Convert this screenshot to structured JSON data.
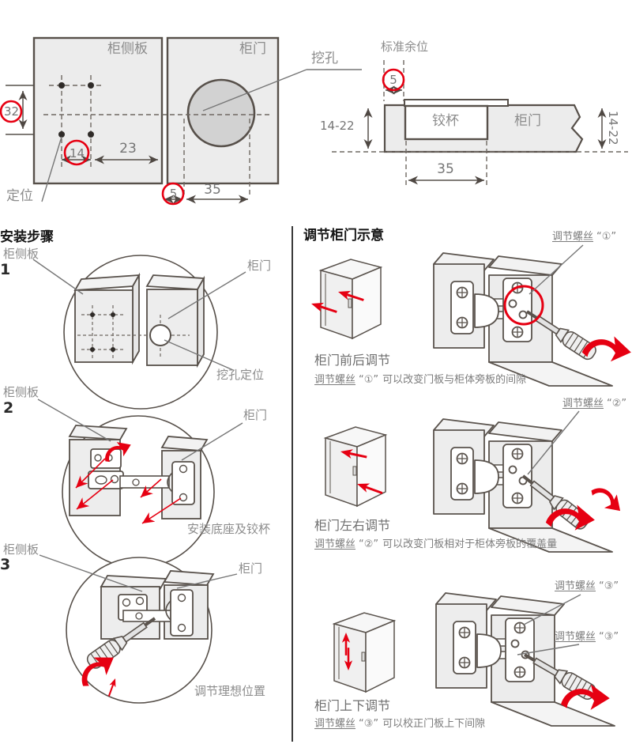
{
  "colors": {
    "accent_red": "#e60012",
    "line_dark": "#5a534d",
    "panel_fill": "#ececec",
    "hole_fill": "#d2d2d2",
    "label_gray": "#8c8c8c",
    "title_dark": "#141414"
  },
  "top_left": {
    "side_panel": "柜侧板",
    "door_panel": "柜门",
    "dim_32": "32",
    "dim_14": "14",
    "dim_23": "23",
    "dim_5": "5",
    "dim_35": "35",
    "positioning": "定位"
  },
  "cross_section": {
    "drill_hole": "挖孔",
    "standard_clearance": "标准余位",
    "dim_5": "5",
    "dim_depth_left": "14-22",
    "hinge_cup": "铰杯",
    "door": "柜门",
    "dim_depth_right": "14-22",
    "dim_35": "35"
  },
  "install": {
    "title": "安装步骤",
    "steps": [
      {
        "num": "1",
        "side_label": "柜侧板",
        "door_label": "柜门",
        "caption": "挖孔定位"
      },
      {
        "num": "2",
        "side_label": "柜侧板",
        "door_label": "柜门",
        "caption": "安装底座及铰杯"
      },
      {
        "num": "3",
        "side_label": "柜侧板",
        "door_label": "柜门",
        "caption": "调节理想位置"
      }
    ]
  },
  "adjust": {
    "title": "调节柜门示意",
    "items": [
      {
        "screw_word": "调节螺丝",
        "num": "“①”",
        "heading": "柜门前后调节",
        "desc_rest": "可以改变门板与柜体旁板的间隙"
      },
      {
        "screw_word": "调节螺丝",
        "num": "“②”",
        "heading": "柜门左右调节",
        "desc_rest": "可以改变门板相对于柜体旁板的覆盖量"
      },
      {
        "screw_word": "调节螺丝",
        "num": "“③”",
        "heading": "柜门上下调节",
        "desc_rest": "可以校正门板上下间隙"
      }
    ]
  }
}
